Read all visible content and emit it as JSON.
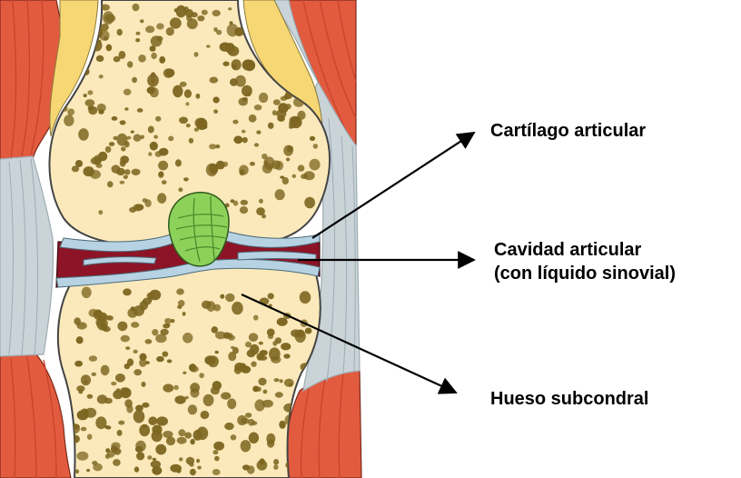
{
  "labels": {
    "cartilage": "Cartílago articular",
    "cavity_line1": "Cavidad articular",
    "cavity_line2": "(con líquido sinovial)",
    "bone": "Hueso subcondral"
  },
  "colors": {
    "muscle": "#e35b3f",
    "muscle_stripe": "#c8452c",
    "ligament": "#c9d3d8",
    "ligament_line": "#9eadb4",
    "fat": "#f7d774",
    "bone": "#fbe9bb",
    "bone_outline": "#444444",
    "pores": "#7d6621",
    "cartilage": "#b7d3e3",
    "synovial": "#8c1426",
    "meniscus": "#8cd25a",
    "arrow": "#000000"
  },
  "icons": {
    "knee": "knee-joint-illustration",
    "arrow": "arrow-pointer"
  }
}
